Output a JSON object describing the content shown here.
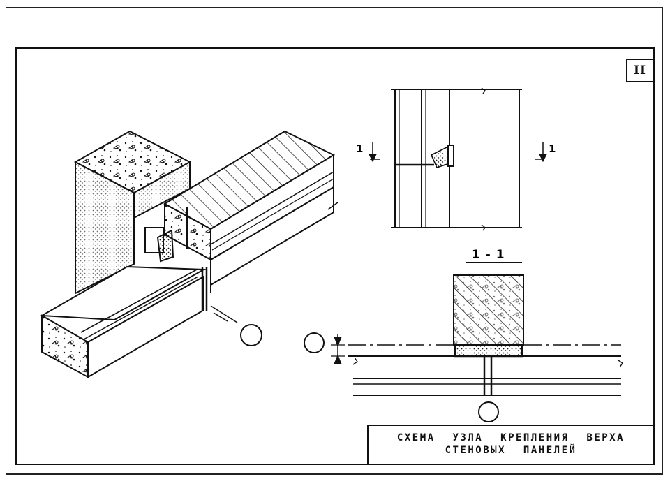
{
  "sheet": {
    "number": "II"
  },
  "title_block": {
    "line1": "СХЕМА УЗЛА КРЕПЛЕНИЯ ВЕРХА",
    "line2": "СТЕНОВЫХ ПАНЕЛЕЙ"
  },
  "elevation": {
    "section_mark_left": "1",
    "section_mark_right": "1"
  },
  "section": {
    "label": "1 - 1"
  },
  "colors": {
    "ink": "#111111",
    "paper": "#ffffff"
  }
}
